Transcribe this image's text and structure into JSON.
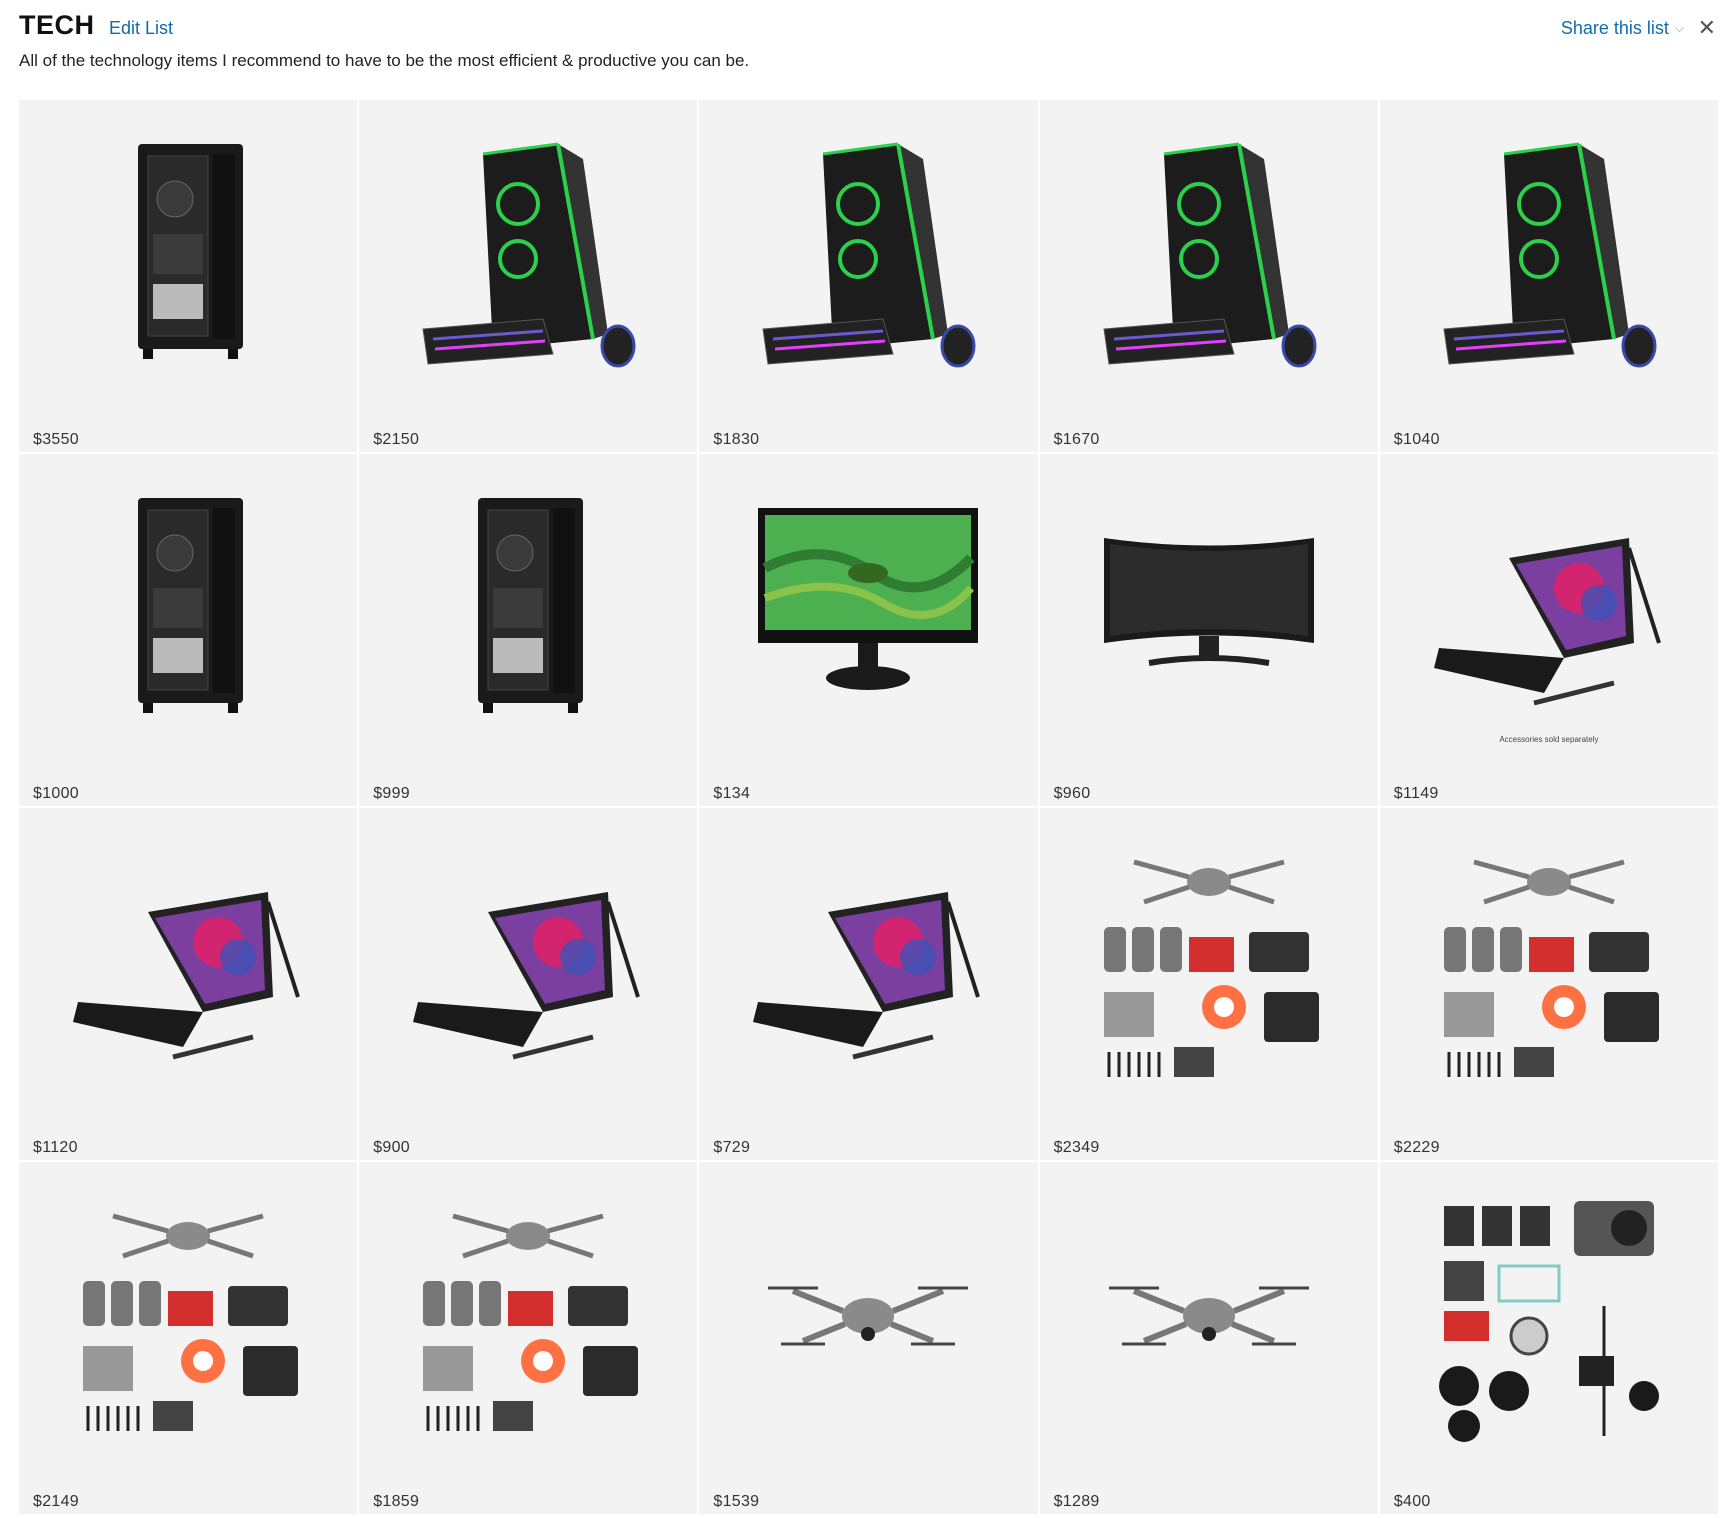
{
  "header": {
    "title": "TECH",
    "edit_label": "Edit List",
    "share_label": "Share this list",
    "description": "All of the technology items I recommend to have to be the most efficient & productive you can be."
  },
  "items": [
    {
      "price": "$3550",
      "icon": "pc-case-icon"
    },
    {
      "price": "$2150",
      "icon": "gaming-pc-icon"
    },
    {
      "price": "$1830",
      "icon": "gaming-pc-icon"
    },
    {
      "price": "$1670",
      "icon": "gaming-pc-icon"
    },
    {
      "price": "$1040",
      "icon": "gaming-pc-icon"
    },
    {
      "price": "$1000",
      "icon": "pc-case-icon"
    },
    {
      "price": "$999",
      "icon": "pc-case-icon"
    },
    {
      "price": "$134",
      "icon": "monitor-icon"
    },
    {
      "price": "$960",
      "icon": "curved-monitor-icon"
    },
    {
      "price": "$1149",
      "icon": "tablet-icon",
      "caption": "Accessories sold separately"
    },
    {
      "price": "$1120",
      "icon": "tablet-icon"
    },
    {
      "price": "$900",
      "icon": "tablet-icon"
    },
    {
      "price": "$729",
      "icon": "tablet-icon"
    },
    {
      "price": "$2349",
      "icon": "drone-bundle-icon"
    },
    {
      "price": "$2229",
      "icon": "drone-bundle-icon"
    },
    {
      "price": "$2149",
      "icon": "drone-bundle-icon"
    },
    {
      "price": "$1859",
      "icon": "drone-bundle-icon"
    },
    {
      "price": "$1539",
      "icon": "drone-icon"
    },
    {
      "price": "$1289",
      "icon": "drone-icon"
    },
    {
      "price": "$400",
      "icon": "camera-bundle-icon"
    }
  ],
  "colors": {
    "link": "#0f6bb0",
    "tile_bg": "#f3f3f3",
    "accent_green": "#2bd14b",
    "accent_blue": "#1e88e5",
    "accent_red": "#d32f2f"
  }
}
